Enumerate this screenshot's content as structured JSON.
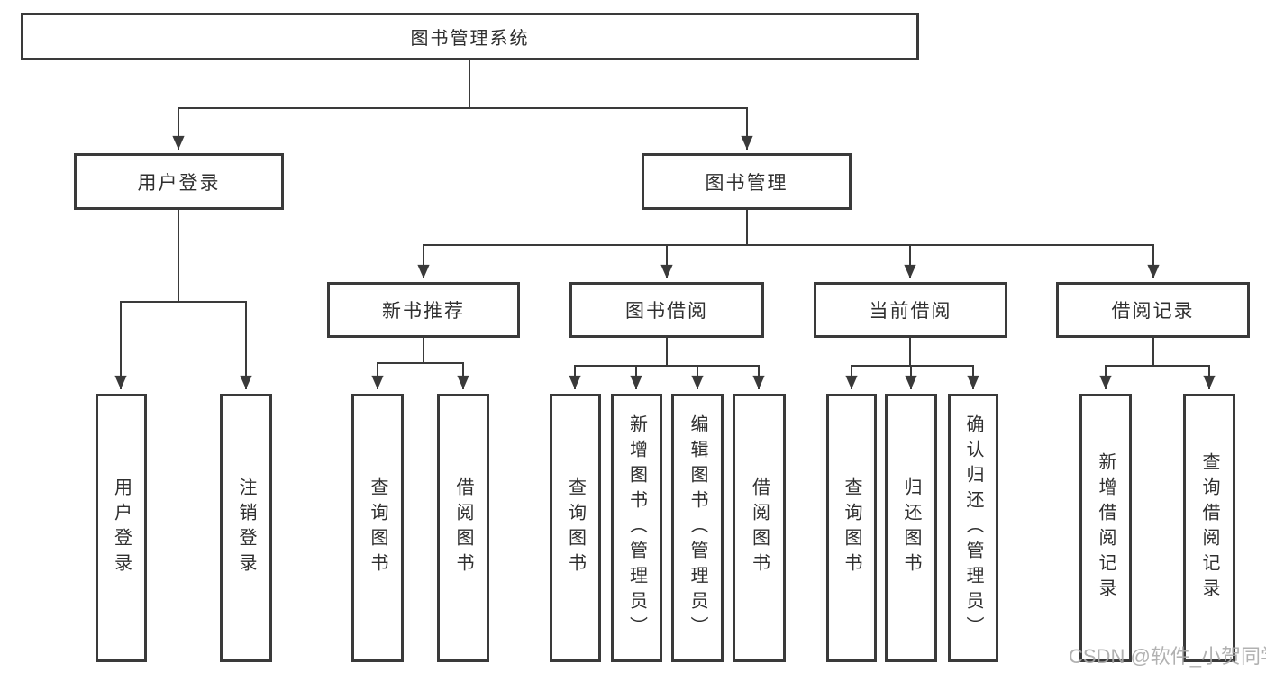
{
  "tree": {
    "root": {
      "label": "图书管理系统"
    },
    "children": [
      {
        "label": "用户登录",
        "children": [
          {
            "label": "用户登录"
          },
          {
            "label": "注销登录"
          }
        ]
      },
      {
        "label": "图书管理",
        "children": [
          {
            "label": "新书推荐",
            "children": [
              {
                "label": "查询图书"
              },
              {
                "label": "借阅图书"
              }
            ]
          },
          {
            "label": "图书借阅",
            "children": [
              {
                "label": "查询图书"
              },
              {
                "label": "新增图书（管理员）"
              },
              {
                "label": "编辑图书（管理员）"
              },
              {
                "label": "借阅图书"
              }
            ]
          },
          {
            "label": "当前借阅",
            "children": [
              {
                "label": "查询图书"
              },
              {
                "label": "归还图书"
              },
              {
                "label": "确认归还（管理员）"
              }
            ]
          },
          {
            "label": "借阅记录",
            "children": [
              {
                "label": "新增借阅记录"
              },
              {
                "label": "查询借阅记录"
              }
            ]
          }
        ]
      }
    ]
  },
  "watermark": {
    "text": "CSDN @软件_小贺同学"
  },
  "colors": {
    "line": "#3a3a3a",
    "box_border": "#3a3a3a",
    "background": "#ffffff",
    "watermark": "#a9a9a9"
  }
}
